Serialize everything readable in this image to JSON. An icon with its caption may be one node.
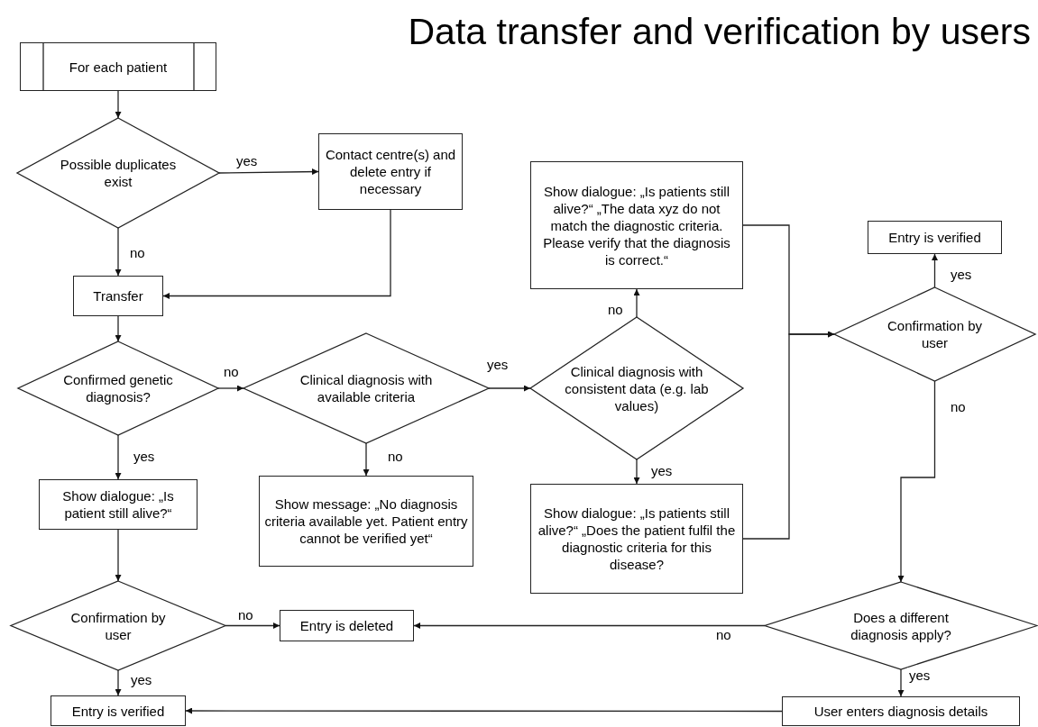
{
  "diagram": {
    "title": "Data transfer and verification by users",
    "nodes": [
      {
        "text": [
          "For each patient"
        ]
      },
      {
        "text": [
          "Possible duplicates exist"
        ]
      },
      {
        "text": [
          "Contact centre(s) and delete entry if necessary"
        ]
      },
      {
        "text": [
          "Transfer"
        ]
      },
      {
        "text": [
          "Confirmed genetic diagnosis?"
        ]
      },
      {
        "text": [
          "Clinical diagnosis with available criteria"
        ]
      },
      {
        "text": [
          "Show dialogue: „Is patients still alive?“ „The data xyz do not match the diagnostic criteria. Please verify that the diagnosis is correct.“"
        ]
      },
      {
        "text": [
          "Clinical diagnosis with consistent data (e.g. lab values)"
        ]
      },
      {
        "text": [
          "Entry is verified"
        ]
      },
      {
        "text": [
          "Confirmation by user"
        ]
      },
      {
        "text": [
          "Show dialogue: „Is patient still alive?“"
        ]
      },
      {
        "text": [
          "Show message: „No diagnosis criteria available yet. Patient entry cannot be verified yet“"
        ]
      },
      {
        "text": [
          "Show dialogue: „Is patients still alive?“ „Does the patient fulfil the diagnostic criteria for this disease?"
        ]
      },
      {
        "text": [
          "Confirmation by user"
        ]
      },
      {
        "text": [
          "Entry is deleted"
        ]
      },
      {
        "text": [
          "Does a different diagnosis apply?"
        ]
      },
      {
        "text": [
          "Entry is verified"
        ]
      },
      {
        "text": [
          "User enters diagnosis details"
        ]
      }
    ],
    "edges": [
      {
        "from": 0,
        "to": 1,
        "arrow": "to"
      },
      {
        "from": 1,
        "to": 2,
        "arrow": "to",
        "label": "yes"
      },
      {
        "from": 1,
        "to": 3,
        "arrow": "to",
        "label": "no"
      },
      {
        "from": 2,
        "to": 3,
        "arrow": "to"
      },
      {
        "from": 3,
        "to": 4,
        "arrow": "to"
      },
      {
        "from": 4,
        "to": 5,
        "arrow": "to",
        "label": "no"
      },
      {
        "from": 5,
        "to": 7,
        "arrow": "to",
        "label": "yes"
      },
      {
        "from": 5,
        "to": 11,
        "arrow": "to",
        "label": "no"
      },
      {
        "from": 7,
        "to": 6,
        "arrow": "to",
        "label": "no"
      },
      {
        "from": 7,
        "to": 12,
        "arrow": "to",
        "label": "yes"
      },
      {
        "from": 6,
        "to": 9,
        "arrow": "to"
      },
      {
        "from": 12,
        "to": 9,
        "arrow": "to"
      },
      {
        "from": 9,
        "to": 8,
        "arrow": "to",
        "label": "yes"
      },
      {
        "from": 9,
        "to": 15,
        "arrow": "to",
        "label": "no"
      },
      {
        "from": 4,
        "to": 10,
        "arrow": "to",
        "label": "yes"
      },
      {
        "from": 10,
        "to": 13,
        "arrow": "to"
      },
      {
        "from": 13,
        "to": 14,
        "arrow": "to",
        "label": "no"
      },
      {
        "from": 13,
        "to": 16,
        "arrow": "to",
        "label": "yes"
      },
      {
        "from": 15,
        "to": 14,
        "arrow": "to",
        "label": "no"
      },
      {
        "from": 15,
        "to": 17,
        "arrow": "to",
        "label": "yes"
      },
      {
        "from": 17,
        "to": 16,
        "arrow": "to"
      }
    ]
  }
}
